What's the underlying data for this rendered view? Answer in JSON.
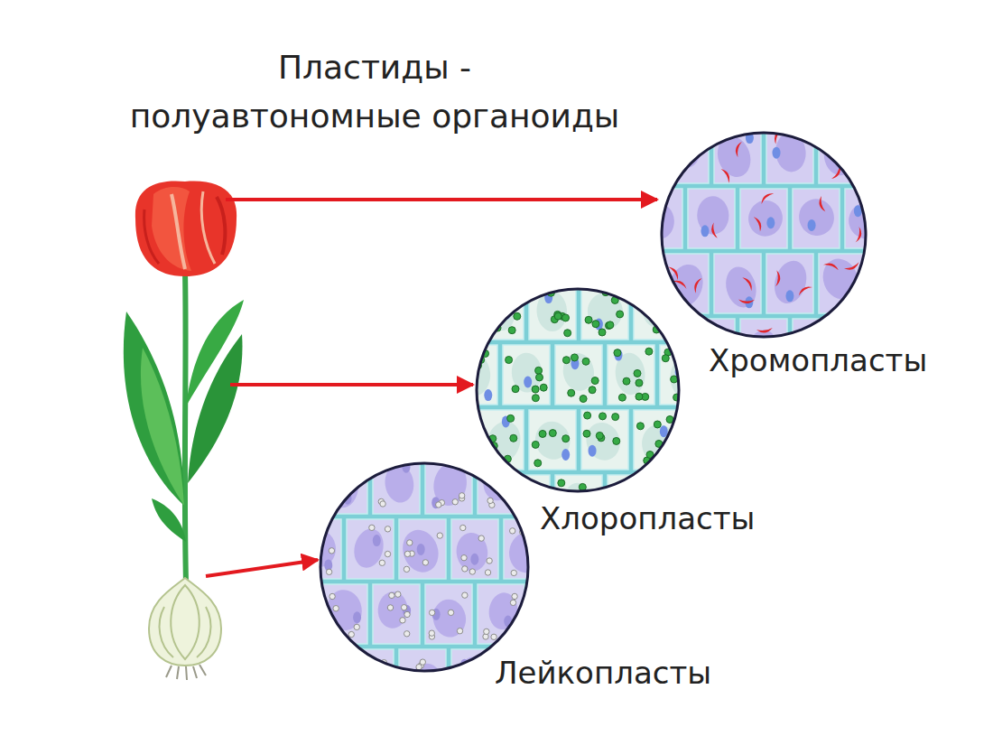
{
  "diagram": {
    "title": "Пластиды - полуавтономные органоиды",
    "nodes": [
      {
        "text": [
          "Хромопласты"
        ]
      },
      {
        "text": [
          "Хлоропласты"
        ]
      },
      {
        "text": [
          "Лейкопласты"
        ]
      }
    ]
  }
}
